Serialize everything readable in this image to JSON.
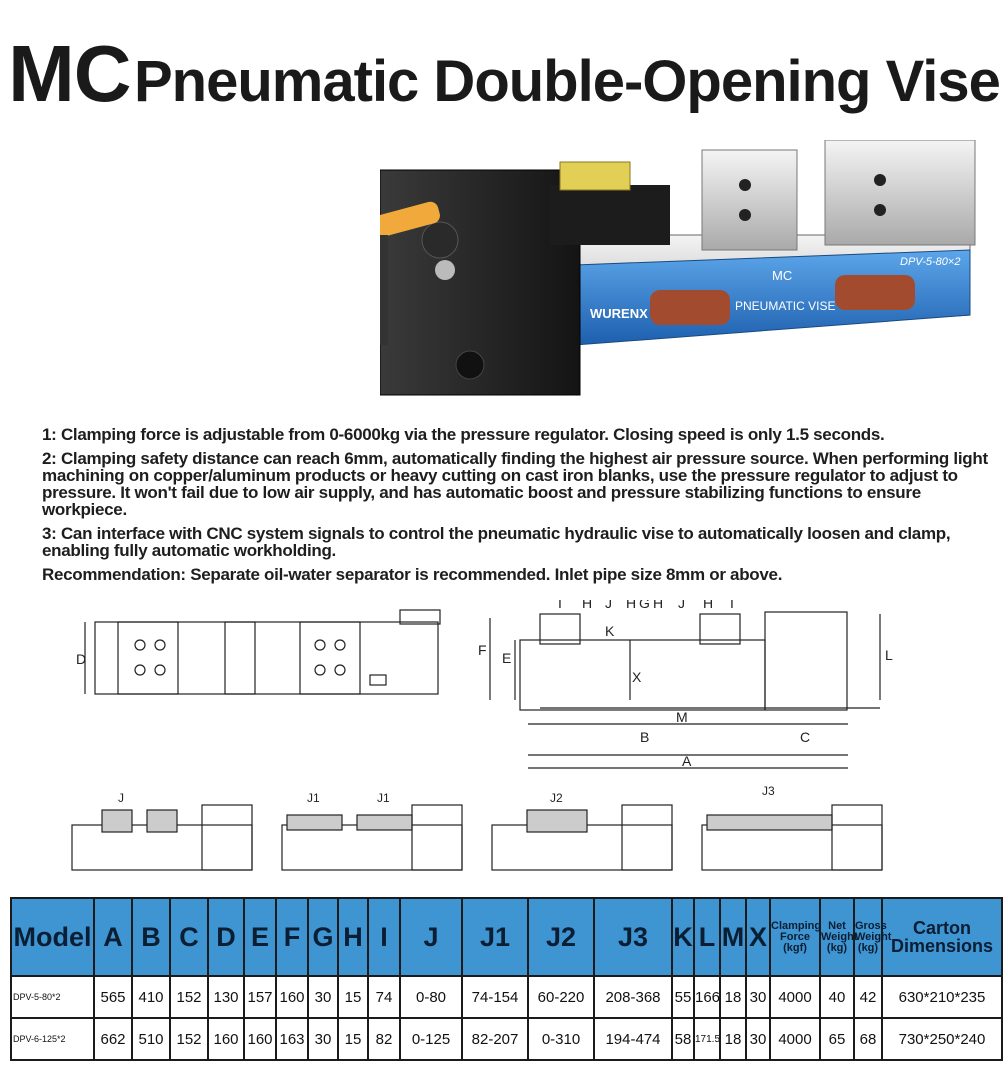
{
  "title": {
    "prefix": "MC",
    "main": "Pneumatic Double-Opening Vise"
  },
  "product_photo": {
    "brand_plate": "WURENX",
    "nameplate_line1": "MC",
    "nameplate_line2": "PNEUMATIC  VISE",
    "model_marking": "DPV-5-80×2"
  },
  "features": [
    "1: Clamping force is adjustable from 0-6000kg via the pressure regulator. Closing speed is only 1.5 seconds.",
    "2: Clamping safety distance can reach 6mm, automatically finding the highest air pressure source. When performing light machining on copper/aluminum products or heavy cutting on cast iron blanks, use the pressure regulator to adjust to pressure. It won't fail due to low air supply, and has automatic boost and pressure stabilizing functions to ensure workpiece.",
    "3: Can interface with CNC system signals to control the pneumatic hydraulic vise to automatically loosen and clamp, enabling fully automatic workholding."
  ],
  "recommendation": "Recommendation: Separate oil-water separator is recommended. Inlet pipe size 8mm or above.",
  "drawing_labels": {
    "D": "D",
    "F": "F",
    "E": "E",
    "L": "L",
    "K": "K",
    "X": "X",
    "M": "M",
    "A": "A",
    "B": "B",
    "C": "C",
    "I": "I",
    "H": "H",
    "J": "J",
    "G": "G",
    "J1": "J1",
    "J2": "J2",
    "J3": "J3"
  },
  "spec_table": {
    "headers": [
      "Model",
      "A",
      "B",
      "C",
      "D",
      "E",
      "F",
      "G",
      "H",
      "I",
      "J",
      "J1",
      "J2",
      "J3",
      "K",
      "L",
      "M",
      "X",
      "Clamping Force (kgf)",
      "Net Weight (kg)",
      "Gross Weight (kg)",
      "Carton Dimensions"
    ],
    "rows": [
      [
        "DPV-5-80*2",
        "565",
        "410",
        "152",
        "130",
        "157",
        "160",
        "30",
        "15",
        "74",
        "0-80",
        "74-154",
        "60-220",
        "208-368",
        "55",
        "166",
        "18",
        "30",
        "4000",
        "40",
        "42",
        "630*210*235"
      ],
      [
        "DPV-6-125*2",
        "662",
        "510",
        "152",
        "160",
        "160",
        "163",
        "30",
        "15",
        "82",
        "0-125",
        "82-207",
        "0-310",
        "194-474",
        "58",
        "171.5",
        "18",
        "30",
        "4000",
        "65",
        "68",
        "730*250*240"
      ]
    ]
  },
  "colors": {
    "table_header": "#3f95d1",
    "vise_blue": "#2f7ccf",
    "handle": "#f2a93b"
  }
}
